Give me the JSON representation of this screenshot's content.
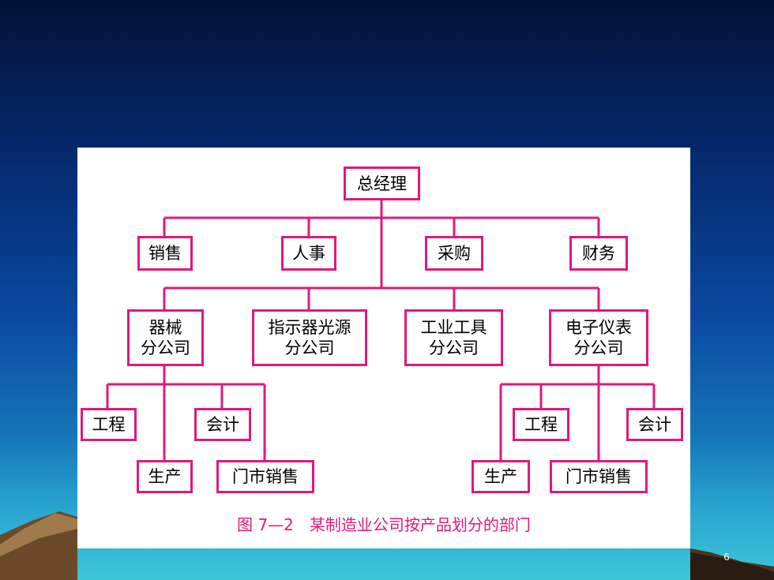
{
  "slide_number": "6",
  "org_chart": {
    "root": "总经理",
    "functions": [
      "销售",
      "人事",
      "采购",
      "财务"
    ],
    "divisions": [
      {
        "line1": "器械",
        "line2": "分公司"
      },
      {
        "line1": "指示器光源",
        "line2": "分公司"
      },
      {
        "line1": "工业工具",
        "line2": "分公司"
      },
      {
        "line1": "电子仪表",
        "line2": "分公司"
      }
    ],
    "left_units": {
      "engineering": "工程",
      "accounting": "会计",
      "production": "生产",
      "retail": "门市销售"
    },
    "right_units": {
      "engineering": "工程",
      "accounting": "会计",
      "production": "生产",
      "retail": "门市销售"
    }
  },
  "caption": "图 7—2　某制造业公司按产品划分的部门",
  "colors": {
    "box_border": "#e0197a",
    "connector": "#e0197a",
    "caption": "#e0197a",
    "panel": "#ffffff"
  }
}
